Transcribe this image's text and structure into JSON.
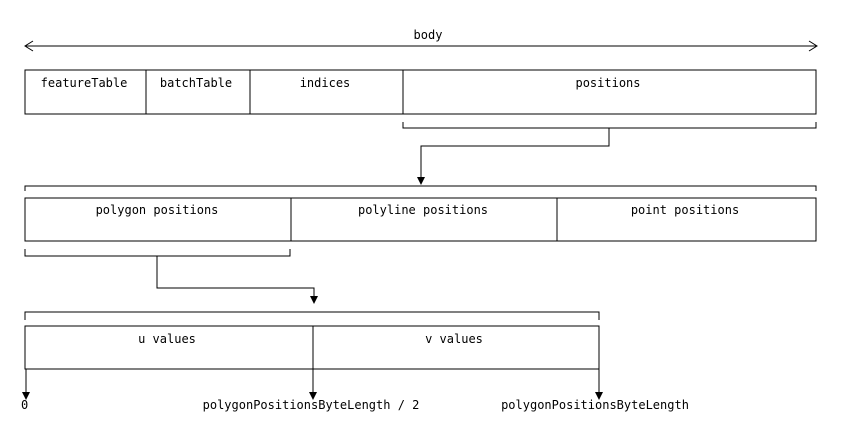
{
  "body_label": "body",
  "row1": {
    "feature_table": "featureTable",
    "batch_table": "batchTable",
    "indices": "indices",
    "positions": "positions"
  },
  "row2": {
    "polygon_positions": "polygon positions",
    "polyline_positions": "polyline positions",
    "point_positions": "point positions"
  },
  "row3": {
    "u_values": "u values",
    "v_values": "v values"
  },
  "offsets": {
    "start": "0",
    "middle": "polygonPositionsByteLength / 2",
    "end": "polygonPositionsByteLength"
  }
}
